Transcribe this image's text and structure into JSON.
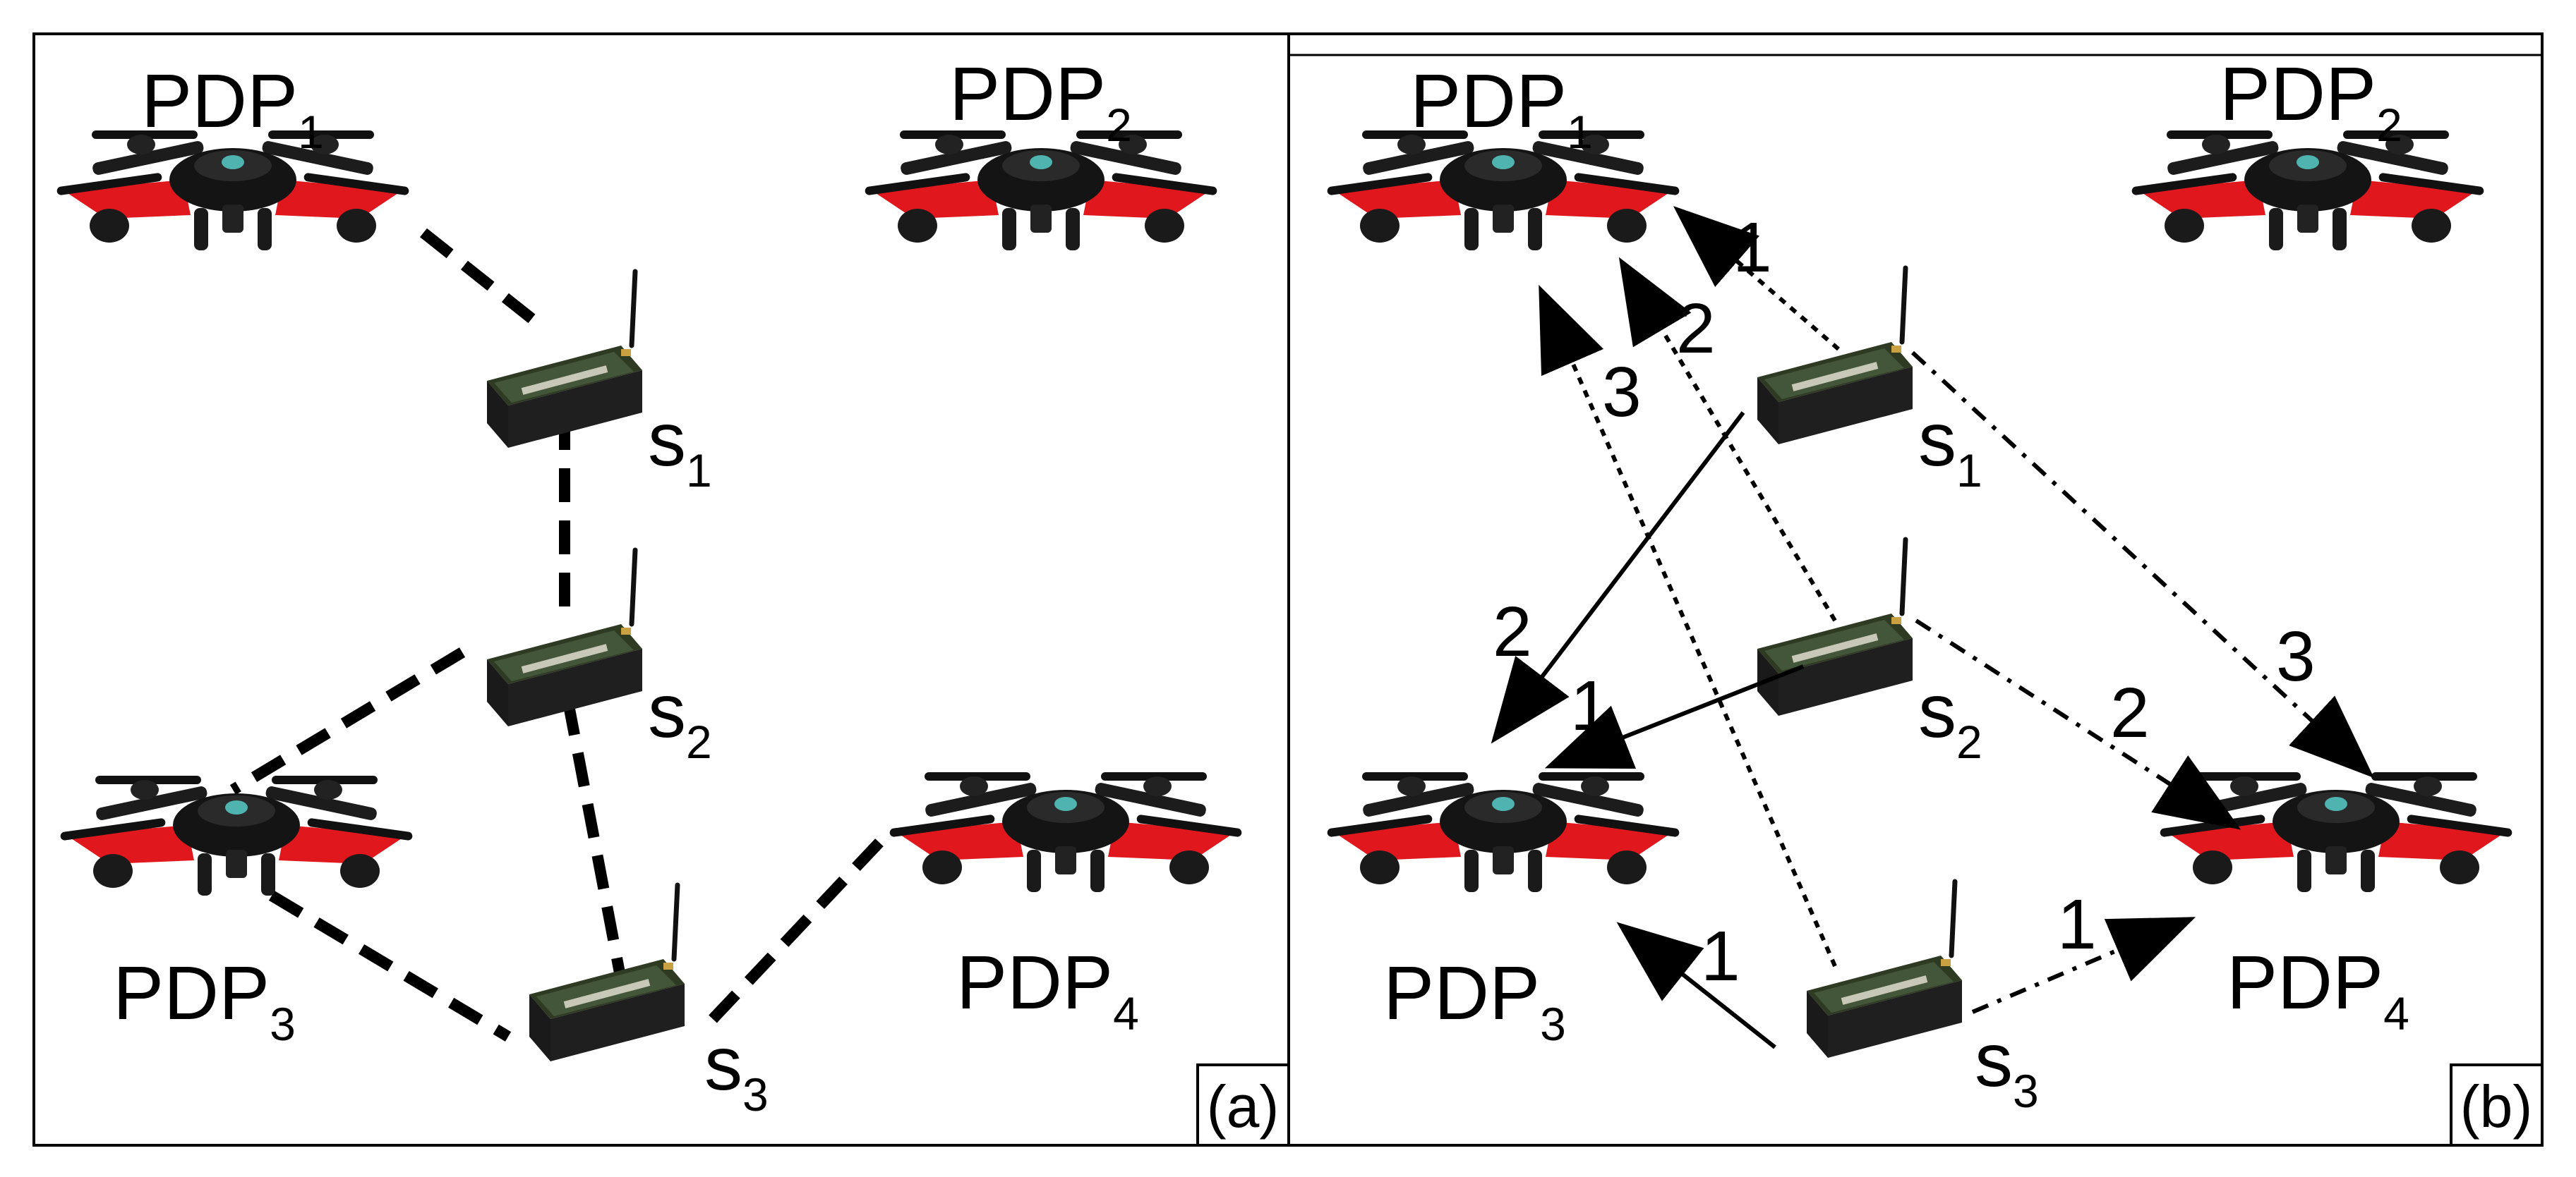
{
  "panels": [
    {
      "tag": "(a)",
      "drones": [
        {
          "base": "PDP",
          "sub": "1"
        },
        {
          "base": "PDP",
          "sub": "2"
        },
        {
          "base": "PDP",
          "sub": "3"
        },
        {
          "base": "PDP",
          "sub": "4"
        }
      ],
      "sensors": [
        {
          "base": "s",
          "sub": "1"
        },
        {
          "base": "s",
          "sub": "2"
        },
        {
          "base": "s",
          "sub": "3"
        }
      ]
    },
    {
      "tag": "(b)",
      "drones": [
        {
          "base": "PDP",
          "sub": "1"
        },
        {
          "base": "PDP",
          "sub": "2"
        },
        {
          "base": "PDP",
          "sub": "3"
        },
        {
          "base": "PDP",
          "sub": "4"
        }
      ],
      "sensors": [
        {
          "base": "s",
          "sub": "1"
        },
        {
          "base": "s",
          "sub": "2"
        },
        {
          "base": "s",
          "sub": "3"
        }
      ],
      "arrow_labels": [
        "1",
        "2",
        "3",
        "2",
        "1",
        "1",
        "3",
        "2",
        "1"
      ]
    }
  ],
  "colors": {
    "frame": "#000000",
    "drone_body": "#141414",
    "drone_arm_red": "#e0181e",
    "sensor_board": "#3a4a2c",
    "sensor_case": "#1a1a1a"
  },
  "icons": [
    "quadcopter-drone-icon",
    "sensor-node-icon"
  ]
}
